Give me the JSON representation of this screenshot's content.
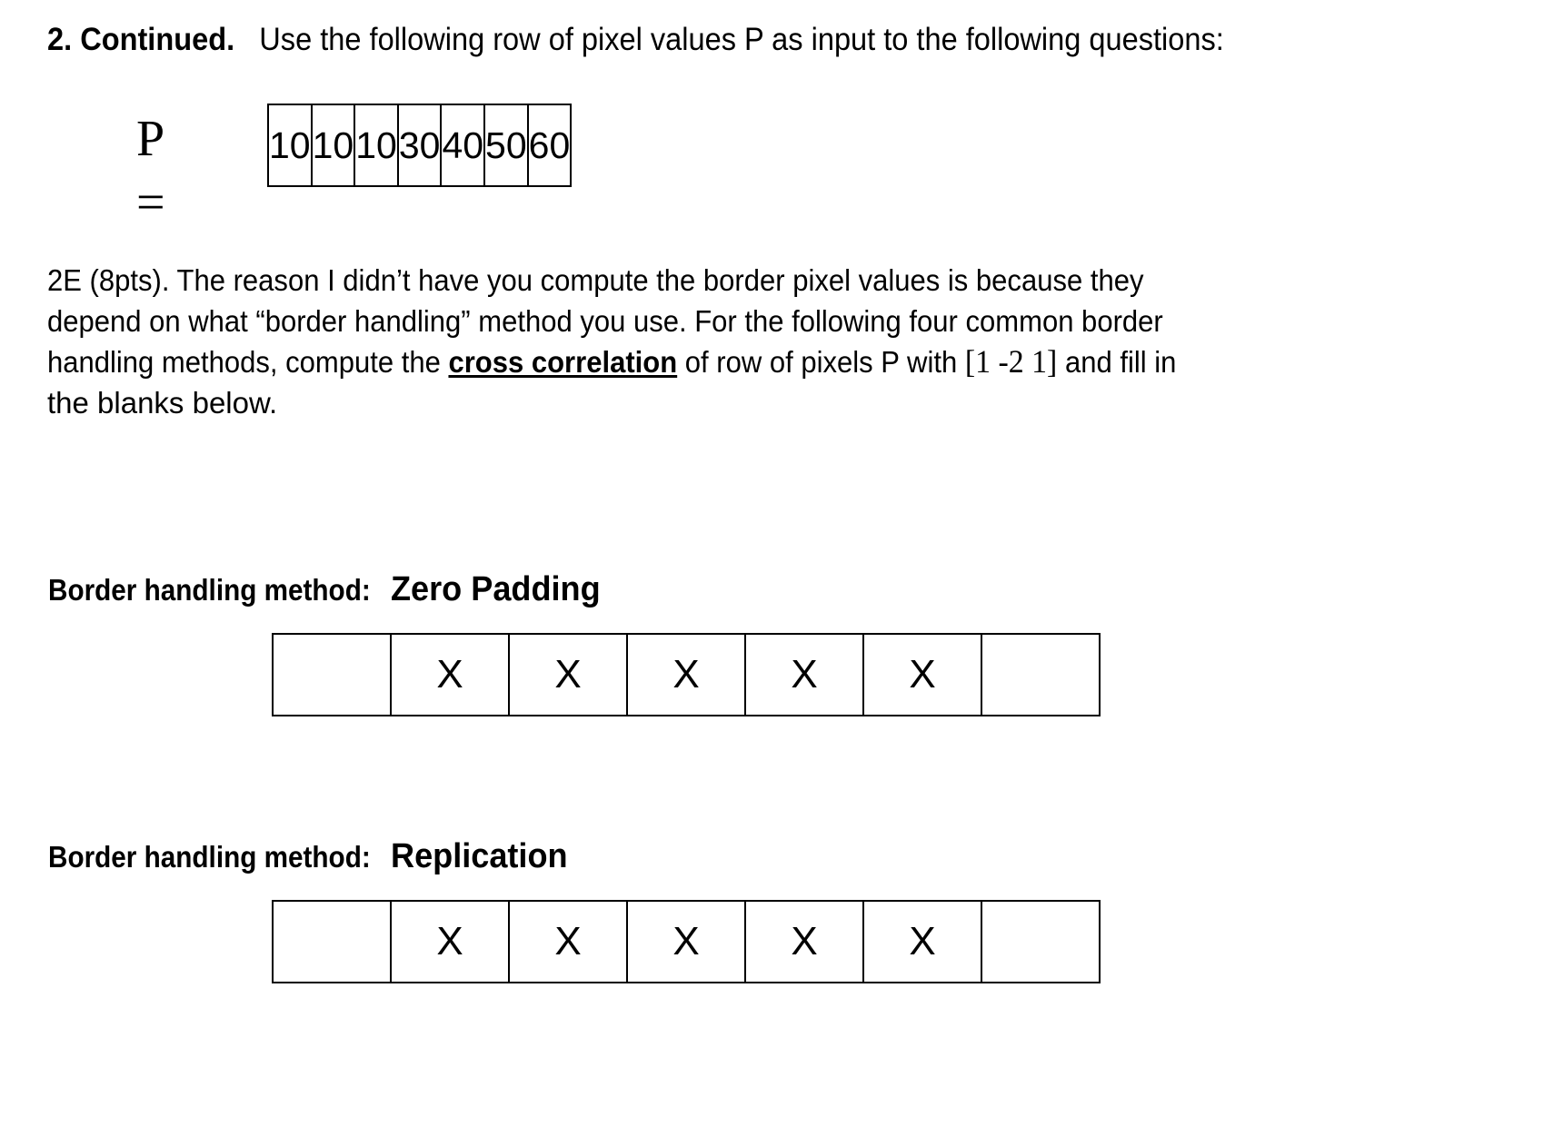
{
  "question": {
    "number_label": "2. Continued.",
    "prompt": "Use the following row of pixel values P as input to the following questions:"
  },
  "pixel_row": {
    "label": "P =",
    "values": [
      "10",
      "10",
      "10",
      "30",
      "40",
      "50",
      "60"
    ]
  },
  "part_2e": {
    "line1": "2E (8pts). The reason I didn’t have you compute the border pixel values is because they",
    "line2": "depend on what “border handling” method you use.  For the following four common border",
    "line3_a": "handling methods, compute the ",
    "line3_emphasis": "cross correlation",
    "line3_b": " of row of pixels P with ",
    "line3_kernel": "[1  -2  1]",
    "line3_c": " and fill in",
    "line4": "the blanks below."
  },
  "methods": [
    {
      "label": "Border handling method:",
      "name": "Zero Padding",
      "cells": [
        "",
        "X",
        "X",
        "X",
        "X",
        "X",
        ""
      ]
    },
    {
      "label": "Border handling method:",
      "name": "Replication",
      "cells": [
        "",
        "X",
        "X",
        "X",
        "X",
        "X",
        ""
      ]
    }
  ],
  "colors": {
    "page_background": "#ffffff",
    "ink": "#000000",
    "rule": "#000000"
  }
}
